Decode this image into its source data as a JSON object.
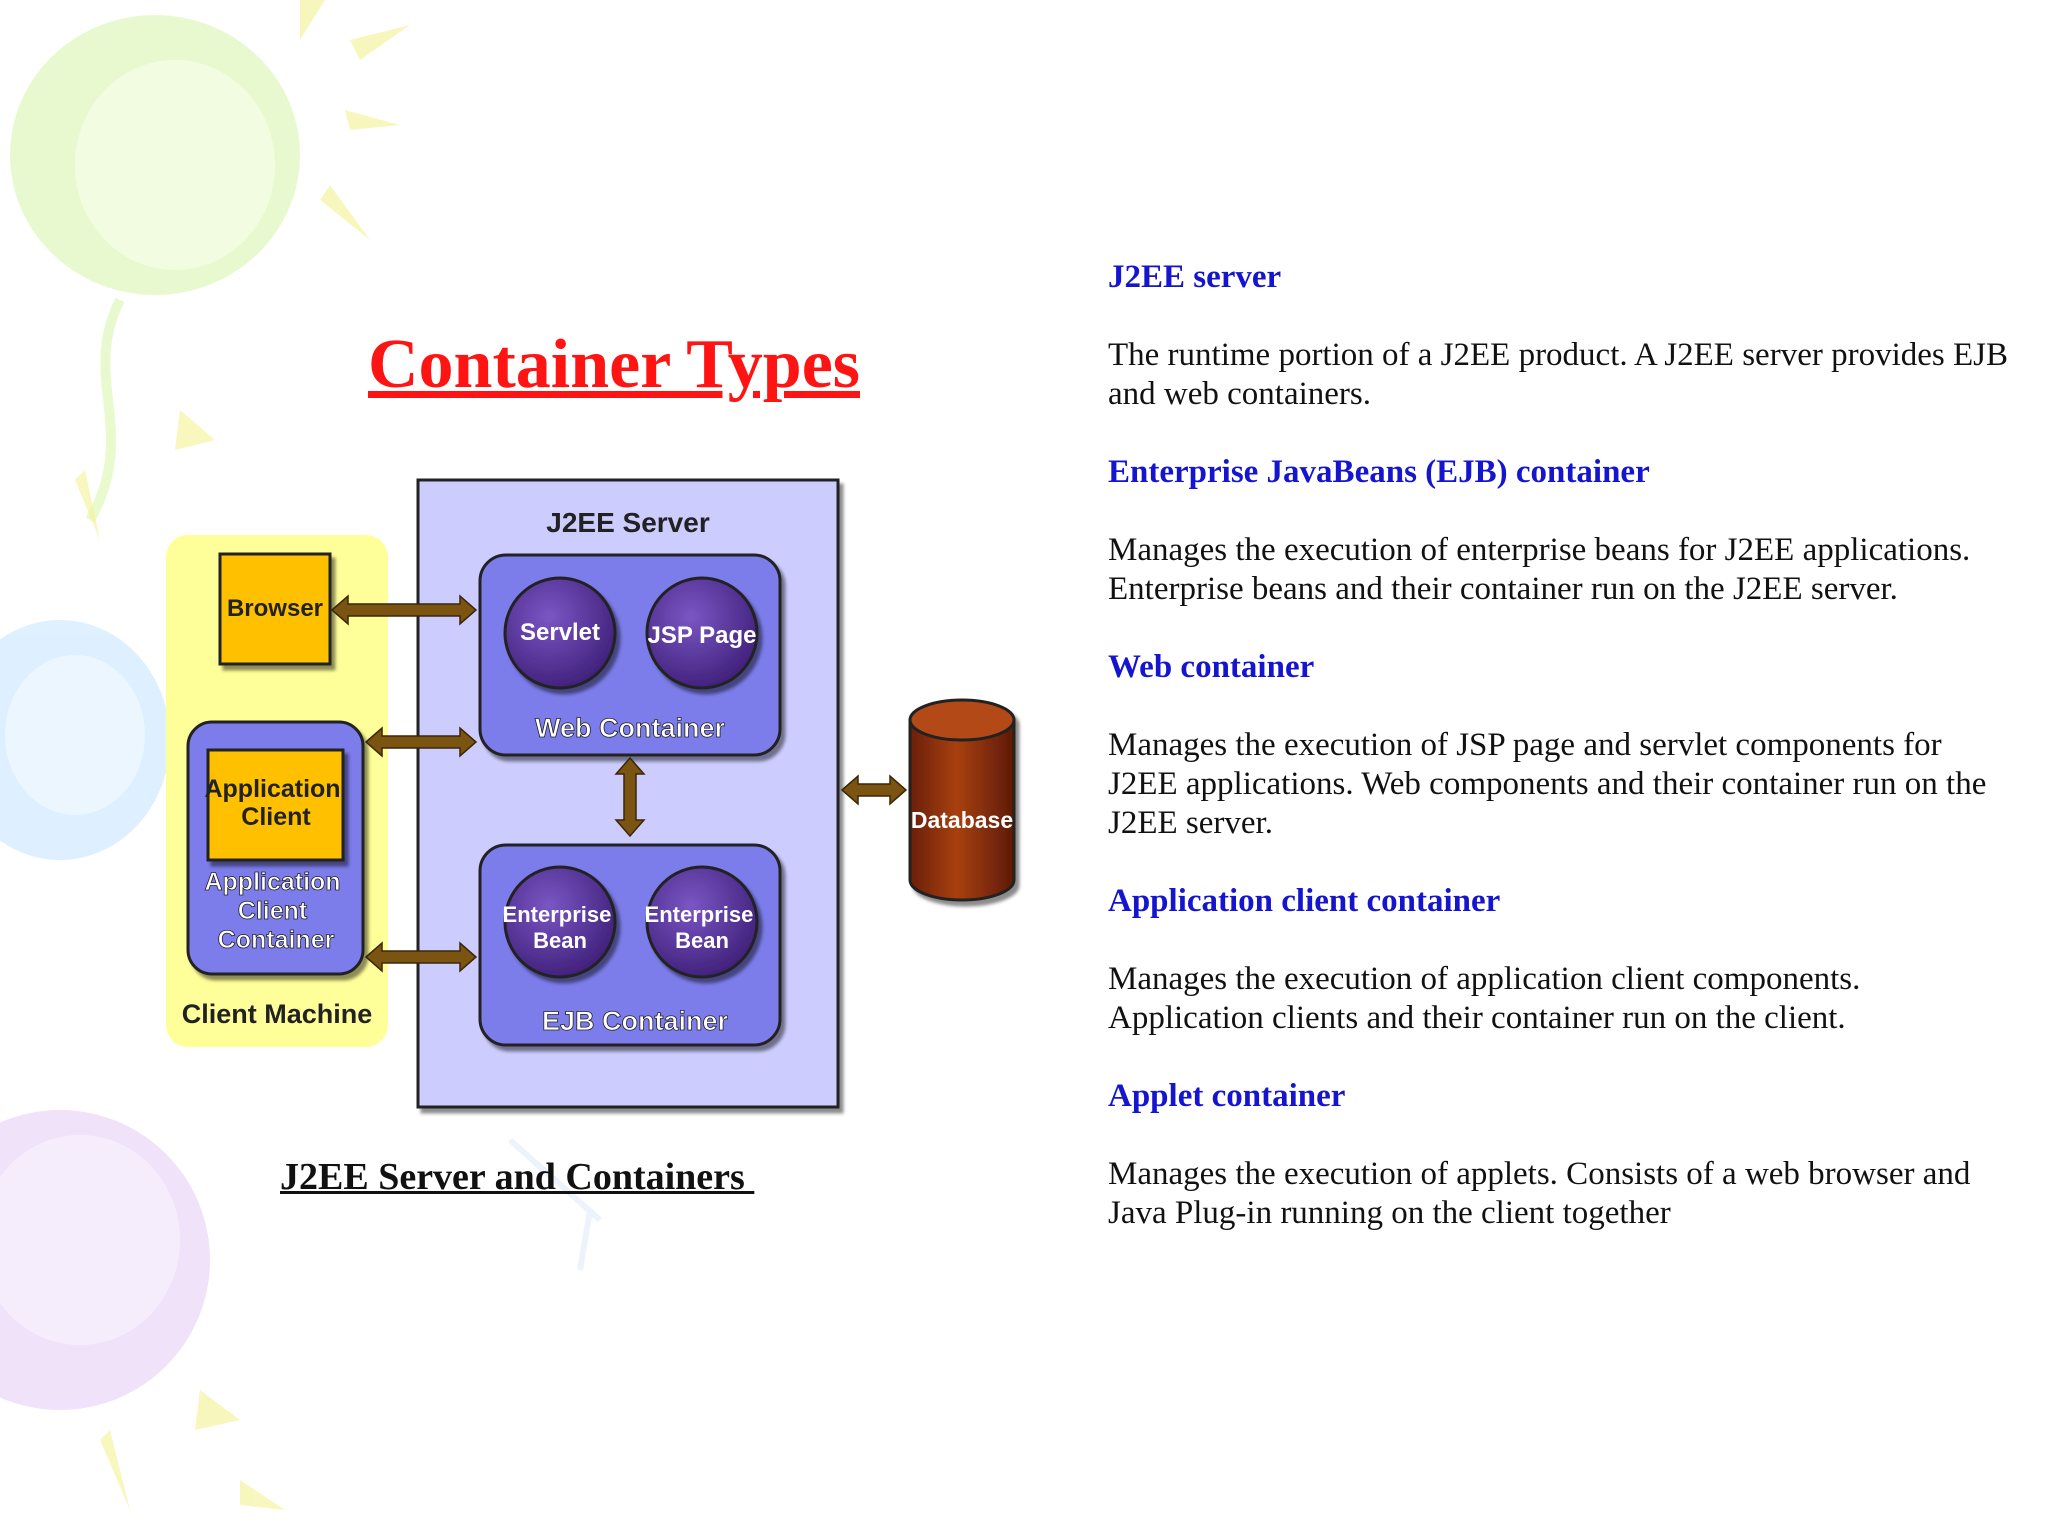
{
  "slide": {
    "title": "Container Types",
    "caption": "J2EE Server and Containers ",
    "colors": {
      "title": "#ff1414",
      "term": "#1515d0",
      "server_box": "#ccccff",
      "container": "#7b7bea",
      "component": "#4b2a8c",
      "client_machine": "#ffff99",
      "client_box": "#ffc000",
      "database": "#8a2a0a",
      "arrow": "#7a5410"
    }
  },
  "diagram": {
    "server_label": "J2EE Server",
    "client_machine_label": "Client Machine",
    "browser_label": "Browser",
    "app_client_lines": [
      "Application",
      "Client"
    ],
    "app_client_container_lines": [
      "Application",
      "Client",
      "Container"
    ],
    "web_container_label": "Web Container",
    "servlet_label": "Servlet",
    "jsp_label": "JSP Page",
    "ejb_container_label": "EJB Container",
    "enterprise_bean_lines": [
      "Enterprise",
      "Bean"
    ],
    "database_label": "Database"
  },
  "definitions": [
    {
      "term": "J2EE server",
      "desc": "The runtime portion of a J2EE product. A J2EE server provides EJB and web containers."
    },
    {
      "term": "Enterprise JavaBeans (EJB) container",
      "desc": "Manages the execution of enterprise beans for J2EE applications. Enterprise beans and their container run on the J2EE server."
    },
    {
      "term": "Web container",
      "desc": "Manages the execution of JSP page and servlet components for J2EE applications. Web components and their container run on the J2EE server."
    },
    {
      "term": "Application client container",
      "desc": "Manages the execution of application client components. Application clients and their container run on the client."
    },
    {
      "term": "Applet container",
      "desc": "Manages the execution of applets. Consists of a web browser and Java Plug-in running on the client together"
    }
  ]
}
